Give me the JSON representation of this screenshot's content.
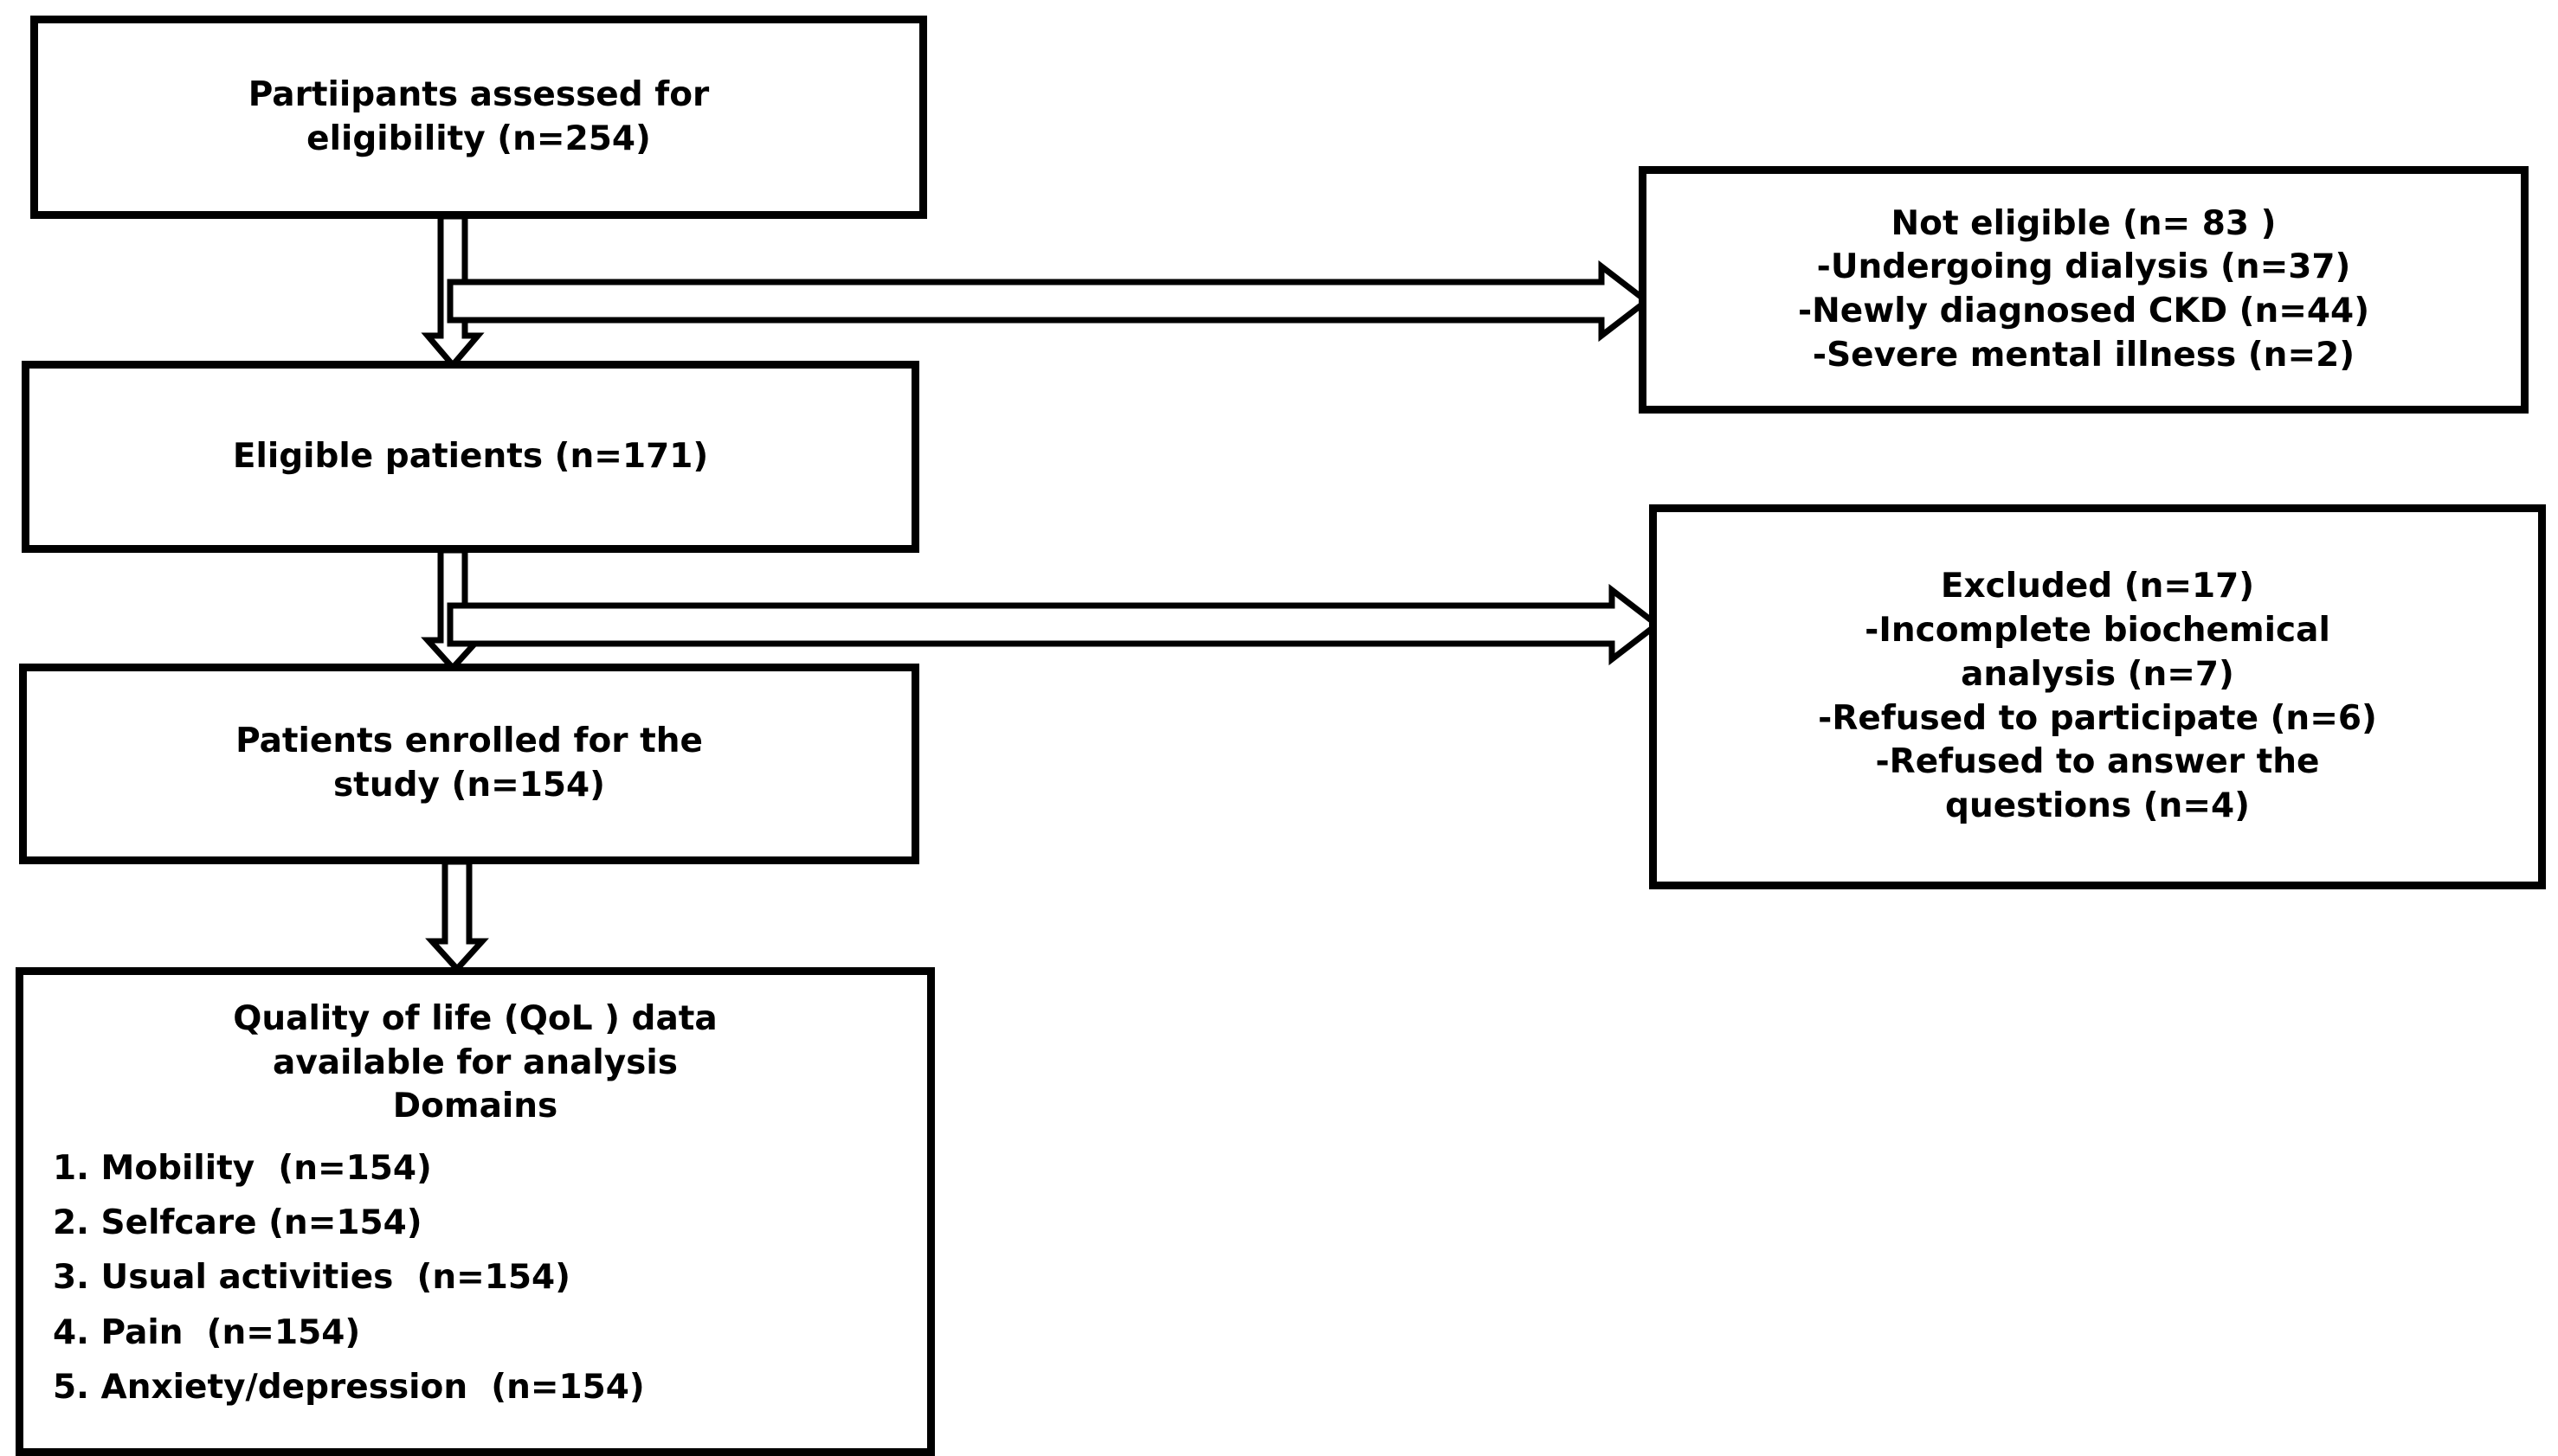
{
  "diagram": {
    "type": "flowchart",
    "title": "Study participant flow (CONSORT-style)",
    "orientation": "top-to-bottom with right-side exclusion branches",
    "stroke_color": "#000000",
    "fill_color": "#ffffff",
    "background": "#ffffff"
  },
  "boxes": {
    "assessed": {
      "id": "participants-assessed",
      "lines": [
        "Partiipants assessed for",
        "eligibility (n=254)"
      ],
      "n": 254
    },
    "eligible": {
      "id": "eligible-patients",
      "lines": [
        "Eligible patients (n=171)"
      ],
      "n": 171
    },
    "enrolled": {
      "id": "patients-enrolled",
      "lines": [
        "Patients enrolled for the",
        "study (n=154)"
      ],
      "n": 154
    },
    "not_eligible": {
      "id": "not-eligible",
      "header": "Not eligible (n= 83 )",
      "n": 83,
      "reasons": [
        "-Undergoing dialysis (n=37)",
        "-Newly diagnosed CKD (n=44)",
        "-Severe mental illness (n=2)"
      ],
      "reason_counts": [
        37,
        44,
        2
      ]
    },
    "excluded": {
      "id": "excluded",
      "header": "Excluded (n=17)",
      "n": 17,
      "reasons": [
        "-Incomplete biochemical",
        "analysis (n=7)",
        "-Refused to participate (n=6)",
        "-Refused to answer the",
        "questions (n=4)"
      ],
      "reason_counts": [
        7,
        6,
        4
      ]
    },
    "qol": {
      "id": "qol-data-available",
      "heading_lines": [
        "Quality of life (QoL ) data",
        "available for analysis",
        "Domains"
      ],
      "domains": [
        "1. Mobility  (n=154)",
        "2. Selfcare (n=154)",
        "3. Usual activities  (n=154)",
        "4. Pain  (n=154)",
        "5. Anxiety/depression  (n=154)"
      ],
      "domain_n": [
        154,
        154,
        154,
        154,
        154
      ]
    }
  },
  "arrows": {
    "assessed_to_eligible": {
      "direction": "down",
      "style": "hollow-block-arrow"
    },
    "assessed_to_not_eligible": {
      "direction": "right",
      "style": "hollow-block-arrow"
    },
    "eligible_to_enrolled": {
      "direction": "down",
      "style": "hollow-block-arrow"
    },
    "eligible_to_excluded": {
      "direction": "right",
      "style": "hollow-block-arrow"
    },
    "enrolled_to_qol": {
      "direction": "down",
      "style": "hollow-block-arrow"
    }
  }
}
